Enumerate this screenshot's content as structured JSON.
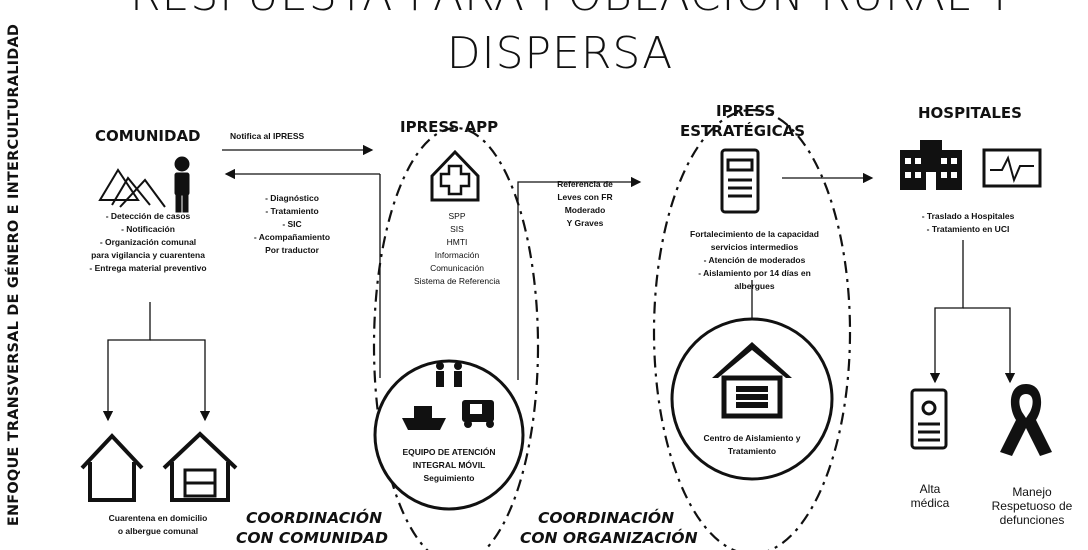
{
  "title_line1": "RESPUESTA PARA POBLACIÓN RURAL Y",
  "title_line2": "DISPERSA",
  "side_label": "ENFOQUE TRANSVERSAL DE GÉNERO E INTERCULTURALIDAD",
  "comunidad": {
    "title": "COMUNIDAD",
    "items": [
      "- Detección de casos",
      "- Notificación",
      "- Organización comunal",
      "para vigilancia y cuarentena",
      "- Entrega material preventivo"
    ],
    "quarantine_caption": [
      "Cuarentena en domicilio",
      "o albergue comunal"
    ]
  },
  "arrows": {
    "notifica": "Notifica al IPRESS",
    "back_items": [
      "- Diagnóstico",
      "- Tratamiento",
      "- SIC",
      "- Acompañamiento",
      "Por traductor"
    ],
    "referencia": [
      "Referencia de",
      "Leves con FR",
      "Moderado",
      "Y Graves"
    ]
  },
  "ipress_app": {
    "title": "IPRESS APP",
    "items": [
      "SPP",
      "SIS",
      "HMTI",
      "Información",
      "Comunicación",
      "Sistema de Referencia"
    ],
    "team": [
      "EQUIPO DE ATENCIÓN",
      "INTEGRAL MÓVIL",
      "Seguimiento"
    ]
  },
  "ipress_estrategicas": {
    "title_line1": "IPRESS",
    "title_line2": "ESTRATÉGICAS",
    "items": [
      "Fortalecimiento de la capacidad",
      "servicios intermedios",
      "- Atención de moderados",
      "- Aislamiento por 14 días en",
      "albergues"
    ],
    "center": [
      "Centro de Aislamiento y",
      "Tratamiento"
    ]
  },
  "hospitales": {
    "title": "HOSPITALES",
    "items": [
      "- Traslado a Hospitales",
      "- Tratamiento en UCI"
    ],
    "alta": [
      "Alta",
      "médica"
    ],
    "manejo": [
      "Manejo",
      "Respetuoso de",
      "defunciones"
    ]
  },
  "coordinacion_comunidad": [
    "COORDINACIÓN",
    "CON COMUNIDAD"
  ],
  "coordinacion_organizacion": [
    "COORDINACIÓN",
    "CON ORGANIZACIÓN"
  ]
}
